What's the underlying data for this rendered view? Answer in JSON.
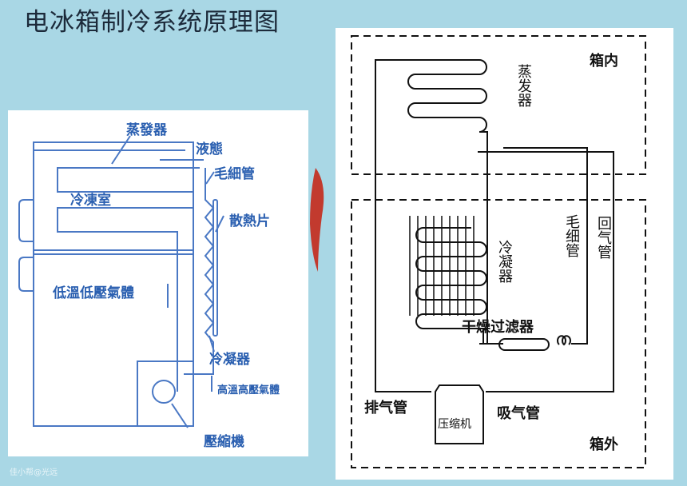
{
  "title": "电冰箱制冷系统原理图",
  "left_diagram": {
    "labels": {
      "evaporator": "蒸發器",
      "liquid": "液態",
      "capillary": "毛細管",
      "freezer": "冷凍室",
      "radiator": "散熱片",
      "low_gas": "低溫低壓氣體",
      "condenser": "冷凝器",
      "high_gas": "高溫高壓氣體",
      "compressor": "壓縮機"
    }
  },
  "right_diagram": {
    "labels": {
      "inside": "箱内",
      "evaporator": "蒸发器",
      "capillary": "毛细管",
      "return_pipe": "回气管",
      "condenser": "冷凝器",
      "dryer_filter": "干燥过滤器",
      "exhaust_pipe": "排气管",
      "suction_pipe": "吸气管",
      "compressor": "压缩机",
      "outside": "箱外"
    }
  },
  "watermark": "佳小帮@光远",
  "colors": {
    "background": "#a9d7e5",
    "left_line": "#2a5fb0",
    "right_line": "#111111"
  }
}
